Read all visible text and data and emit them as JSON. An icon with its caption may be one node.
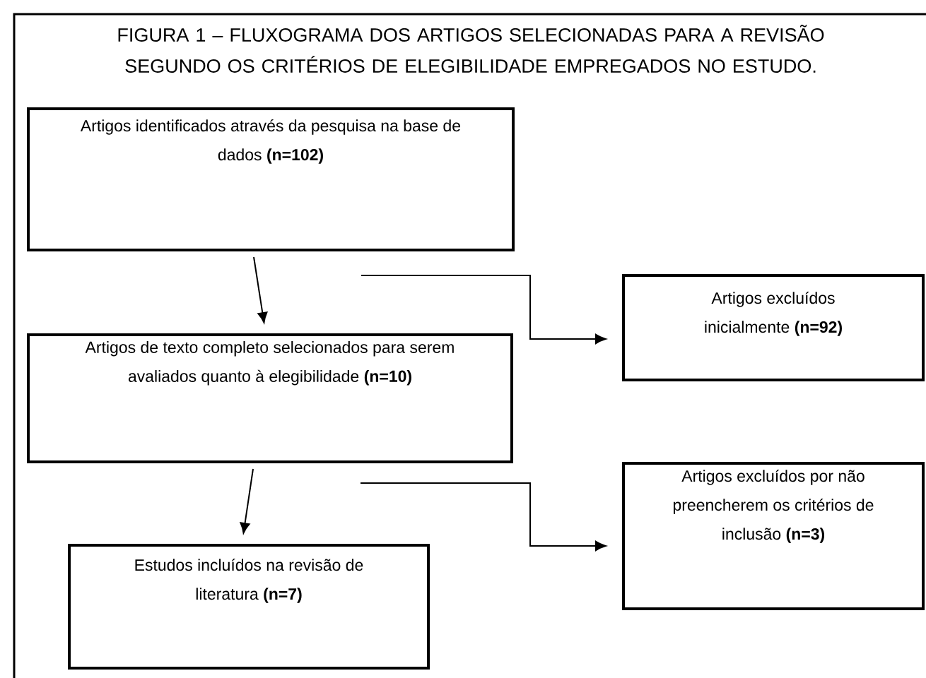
{
  "diagram": {
    "title": "FIGURA 1 – FLUXOGRAMA DOS ARTIGOS SELECIONADAS PARA A REVISÃO SEGUNDO OS CRITÉRIOS DE ELEGIBILIDADE EMPREGADOS NO ESTUDO.",
    "nodes": [
      {
        "text": [
          "Artigos identificados através da pesquisa na base de dados **(n=102)**"
        ]
      },
      {
        "text": [
          "Artigos excluídos inicialmente **(n=92)**"
        ]
      },
      {
        "text": [
          "Artigos de texto completo selecionados para serem avaliados quanto à elegibilidade **(n=10)**"
        ]
      },
      {
        "text": [
          "Artigos excluídos por não preencherem os critérios de inclusão **(n=3)**"
        ]
      },
      {
        "text": [
          "Estudos incluídos na revisão de literatura **(n=7)**"
        ]
      }
    ],
    "edges": [
      {
        "from": 0,
        "to": 2,
        "arrow": "to"
      },
      {
        "from": 0,
        "to": 1,
        "arrow": "to"
      },
      {
        "from": 2,
        "to": 4,
        "arrow": "to"
      },
      {
        "from": 2,
        "to": 3,
        "arrow": "to"
      }
    ]
  }
}
